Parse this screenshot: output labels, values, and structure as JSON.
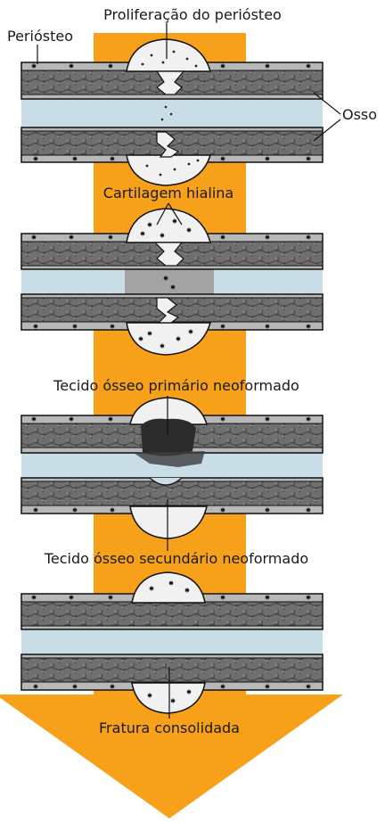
{
  "labels": {
    "periosteum_proliferation": "Proliferação do periósteo",
    "periosteum": "Periósteo",
    "bone": "Osso",
    "hyaline_cartilage": "Cartilagem hialina",
    "primary_bone": "Tecido ósseo primário neoformado",
    "secondary_bone": "Tecido ósseo secundário neoformado",
    "consolidated": "Fratura consolidada"
  },
  "colors": {
    "arrow": "#f7a11a",
    "bone_fill": "#6b6b6b",
    "marrow": "#c9dde6",
    "periosteum_fill": "#b8b8b8",
    "callus": "#f1f1f1",
    "cartilage_shadow": "#a3a3a3"
  }
}
